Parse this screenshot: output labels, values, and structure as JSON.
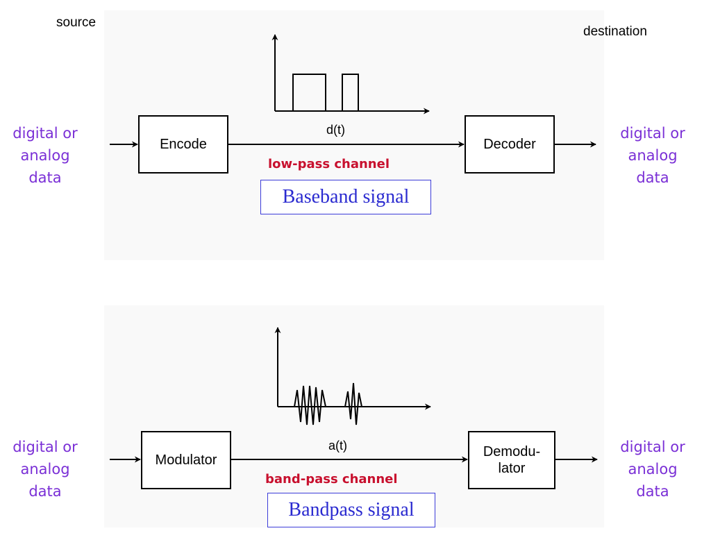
{
  "top": {
    "source_label": "source",
    "destination_label": "destination",
    "input_data": "digital or\nanalog\ndata",
    "output_data": "digital or\nanalog\ndata",
    "encoder": "Encode",
    "decoder": "Decoder",
    "signal_name": "d(t)",
    "channel_label": "low-pass channel",
    "signal_type": "Baseband signal"
  },
  "bottom": {
    "input_data": "digital or\nanalog\ndata",
    "output_data": "digital or\nanalog\ndata",
    "modulator": "Modulator",
    "demodulator": "Demodu-\nlator",
    "signal_name": "a(t)",
    "channel_label": "band-pass channel",
    "signal_type": "Bandpass signal"
  },
  "colors": {
    "data_text": "#7a2fd6",
    "channel_text": "#c8102e",
    "signal_box_text": "#2a2ad0"
  }
}
